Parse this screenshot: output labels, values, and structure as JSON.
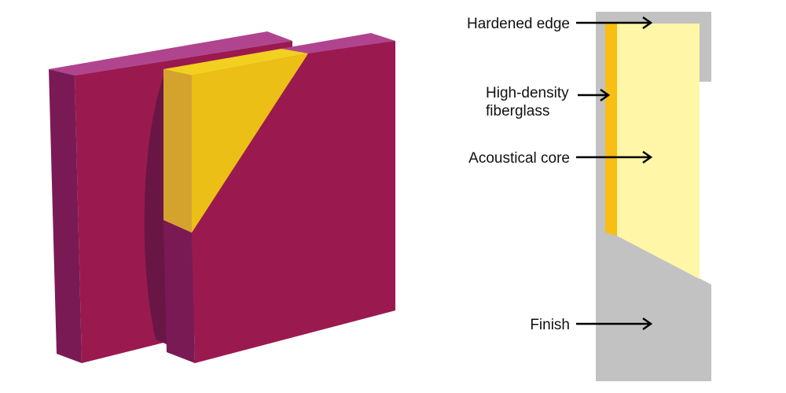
{
  "colors": {
    "panel_face": "#9A1A4F",
    "panel_side": "#7A1A55",
    "panel_top": "#B0448F",
    "panel_shadow": "#6A1645",
    "core_front": "#EBBF16",
    "core_side": "#D4A32E",
    "core_top": "#F2D020",
    "cross_section_finish": "#C2C2C2",
    "cross_section_core": "#FFF6A8",
    "cross_section_fiberglass": "#F8BE12",
    "arrow": "#000000"
  },
  "labels": {
    "hardened_edge": "Hardened edge",
    "high_density_line1": "High-density",
    "high_density_line2": "fiberglass",
    "acoustical_core": "Acoustical core",
    "finish": "Finish"
  }
}
